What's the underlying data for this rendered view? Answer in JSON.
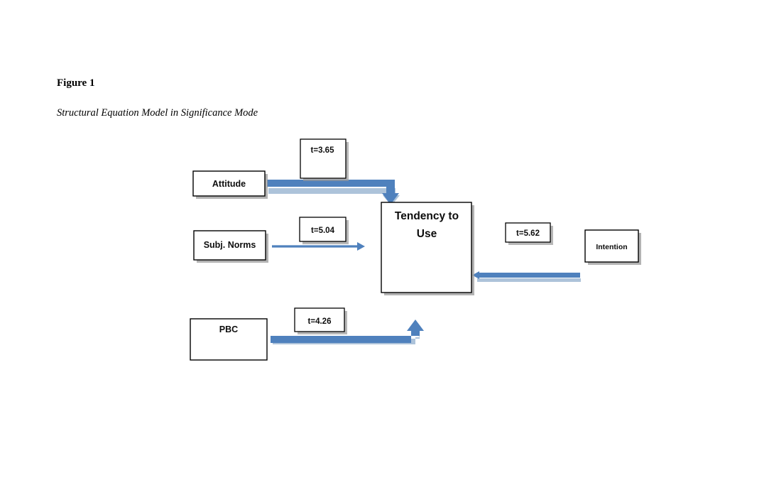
{
  "figure": {
    "number_label": "Figure 1",
    "subtitle": "Structural Equation Model in Significance Mode"
  },
  "colors": {
    "connector_blue": "#4f81bd",
    "connector_shadow": "#9fb8d4",
    "box_border": "#000000",
    "box_shadow": "#9a9a9a",
    "text": "#0d0d0d",
    "background": "#ffffff"
  },
  "nodes": {
    "attitude": {
      "label": "Attitude"
    },
    "subj_norms": {
      "label": "Subj. Norms"
    },
    "pbc": {
      "label": "PBC"
    },
    "tendency": {
      "label_line1": "Tendency to",
      "label_line2": "Use"
    },
    "intention": {
      "label": "Intention"
    }
  },
  "path_labels": {
    "attitude_to_tendency": "t=3.65",
    "subjnorms_to_tendency": "t=5.04",
    "pbc_to_tendency": "t=4.26",
    "intention_to_tendency": "t=5.62"
  },
  "chart_data": {
    "type": "diagram",
    "title": "Structural Equation Model in Significance Mode",
    "nodes": [
      {
        "id": "attitude",
        "label": "Attitude"
      },
      {
        "id": "subj_norms",
        "label": "Subj. Norms"
      },
      {
        "id": "pbc",
        "label": "PBC"
      },
      {
        "id": "tendency",
        "label": "Tendency to Use"
      },
      {
        "id": "intention",
        "label": "Intention"
      }
    ],
    "edges": [
      {
        "from": "attitude",
        "to": "tendency",
        "label": "t=3.65",
        "value": 3.65,
        "style": "thick-elbow-down"
      },
      {
        "from": "subj_norms",
        "to": "tendency",
        "label": "t=5.04",
        "value": 5.04,
        "style": "thin-straight-right"
      },
      {
        "from": "pbc",
        "to": "tendency",
        "label": "t=4.26",
        "value": 4.26,
        "style": "thick-elbow-up"
      },
      {
        "from": "intention",
        "to": "tendency",
        "label": "t=5.62",
        "value": 5.62,
        "style": "thick-straight-left"
      }
    ]
  }
}
